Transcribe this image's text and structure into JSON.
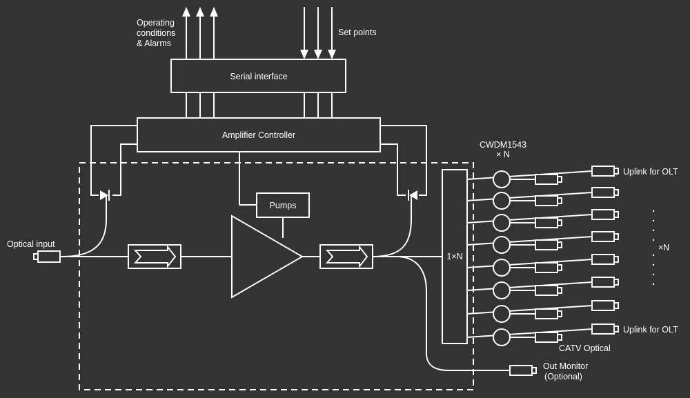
{
  "labels": {
    "operating_line1": "Operating",
    "operating_line2": "conditions",
    "operating_line3": "& Alarms",
    "set_points": "Set points",
    "serial_interface": "Serial interface",
    "amplifier_controller": "Amplifier Controller",
    "pumps": "Pumps",
    "optical_input": "Optical input",
    "splitter": "1×N",
    "cwdm_line1": "CWDM1543",
    "cwdm_line2": "× N",
    "uplink_top": "Uplink for OLT",
    "uplink_bottom": "Uplink for OLT",
    "times_n": "×N",
    "catv_optical": "CATV Optical",
    "out_monitor_line1": "Out Monitor",
    "out_monitor_line2": "(Optional)"
  },
  "colors": {
    "background": "#333333",
    "foreground": "#ffffff"
  },
  "icons": [
    "arrow-up-icon",
    "arrow-down-icon",
    "photodiode-icon",
    "isolator-icon",
    "amplifier-triangle-icon",
    "wdm-coupler-icon",
    "fiber-connector-icon"
  ],
  "counts": {
    "output_branches": 8
  }
}
